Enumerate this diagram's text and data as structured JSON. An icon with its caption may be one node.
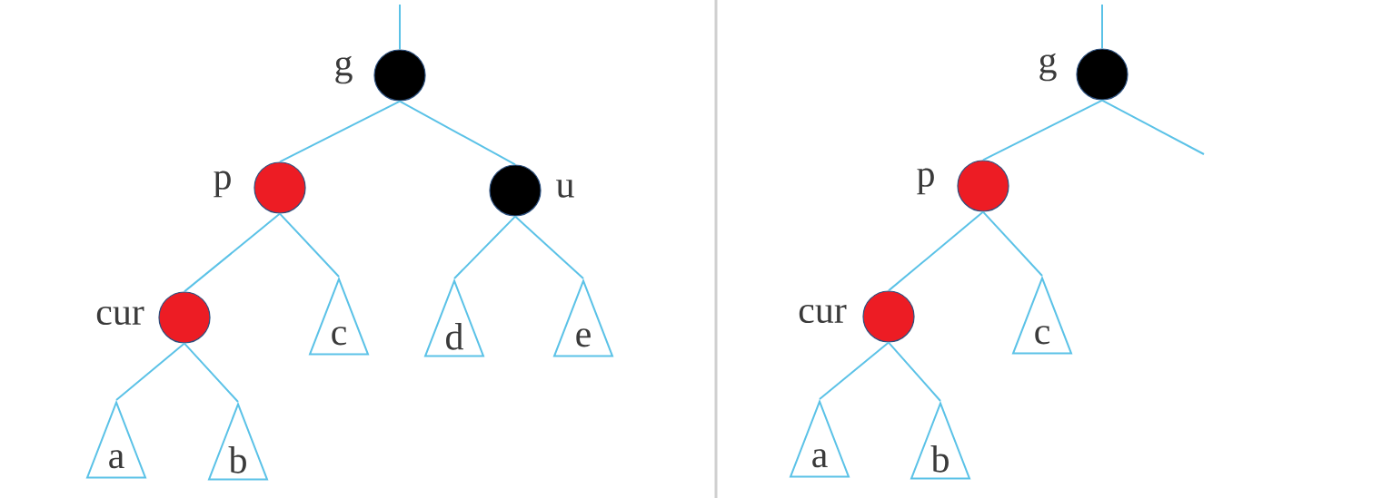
{
  "diagram": {
    "nodes": [
      {
        "text": [],
        "shape": "circle",
        "beside": [
          "g"
        ]
      },
      {
        "text": [],
        "shape": "circle",
        "beside": [
          "p"
        ]
      },
      {
        "text": [],
        "shape": "circle",
        "beside": [
          "u"
        ]
      },
      {
        "text": [],
        "shape": "circle",
        "beside": [
          "cur"
        ]
      },
      {
        "text": [
          "c"
        ]
      },
      {
        "text": [
          "d"
        ]
      },
      {
        "text": [
          "e"
        ]
      },
      {
        "text": [
          "a"
        ]
      },
      {
        "text": [
          "b"
        ]
      },
      {
        "text": [],
        "shape": "circle",
        "beside": [
          "g"
        ]
      },
      {
        "text": [],
        "shape": "circle",
        "beside": [
          "p"
        ]
      },
      {
        "text": [],
        "shape": "circle",
        "beside": [
          "cur"
        ]
      },
      {
        "text": [
          "c"
        ]
      },
      {
        "text": [
          "a"
        ]
      },
      {
        "text": [
          "b"
        ]
      }
    ],
    "edges": [
      {
        "from": null,
        "to": 0,
        "arrow": "none"
      },
      {
        "from": 0,
        "to": 1,
        "arrow": "none"
      },
      {
        "from": 0,
        "to": 2,
        "arrow": "none"
      },
      {
        "from": 1,
        "to": 3,
        "arrow": "none"
      },
      {
        "from": 1,
        "to": 4,
        "arrow": "none"
      },
      {
        "from": 2,
        "to": 5,
        "arrow": "none"
      },
      {
        "from": 2,
        "to": 6,
        "arrow": "none"
      },
      {
        "from": 3,
        "to": 7,
        "arrow": "none"
      },
      {
        "from": 3,
        "to": 8,
        "arrow": "none"
      },
      {
        "from": null,
        "to": 9,
        "arrow": "none"
      },
      {
        "from": 9,
        "to": 10,
        "arrow": "none"
      },
      {
        "from": 9,
        "to": null,
        "arrow": "none"
      },
      {
        "from": 10,
        "to": 11,
        "arrow": "none"
      },
      {
        "from": 10,
        "to": 12,
        "arrow": "none"
      },
      {
        "from": 11,
        "to": 13,
        "arrow": "none"
      },
      {
        "from": 11,
        "to": 14,
        "arrow": "none"
      }
    ]
  }
}
